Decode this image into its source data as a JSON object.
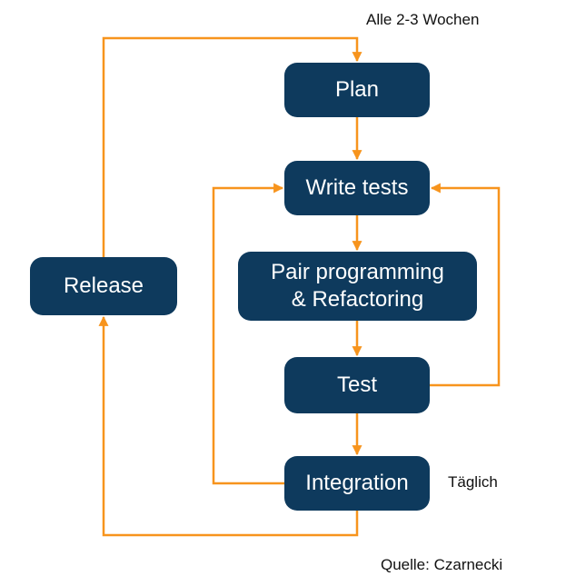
{
  "diagram": {
    "type": "flowchart",
    "nodes": {
      "plan": "Plan",
      "write_tests": "Write tests",
      "pair_programming": "Pair programming\n& Refactoring",
      "test": "Test",
      "integration": "Integration",
      "release": "Release"
    },
    "notes": {
      "cycle": "Alle 2-3 Wochen",
      "daily": "Täglich"
    },
    "source": "Quelle: Czarnecki",
    "edges": [
      {
        "from": "plan",
        "to": "write_tests"
      },
      {
        "from": "write_tests",
        "to": "pair_programming"
      },
      {
        "from": "pair_programming",
        "to": "test"
      },
      {
        "from": "test",
        "to": "integration"
      },
      {
        "from": "test",
        "to": "write_tests"
      },
      {
        "from": "integration",
        "to": "write_tests"
      },
      {
        "from": "integration",
        "to": "release"
      },
      {
        "from": "release",
        "to": "plan"
      }
    ],
    "colors": {
      "node_fill": "#0e3a5d",
      "node_text": "#ffffff",
      "arrow": "#f7941d",
      "label_text": "#111111",
      "background": "#ffffff"
    }
  }
}
